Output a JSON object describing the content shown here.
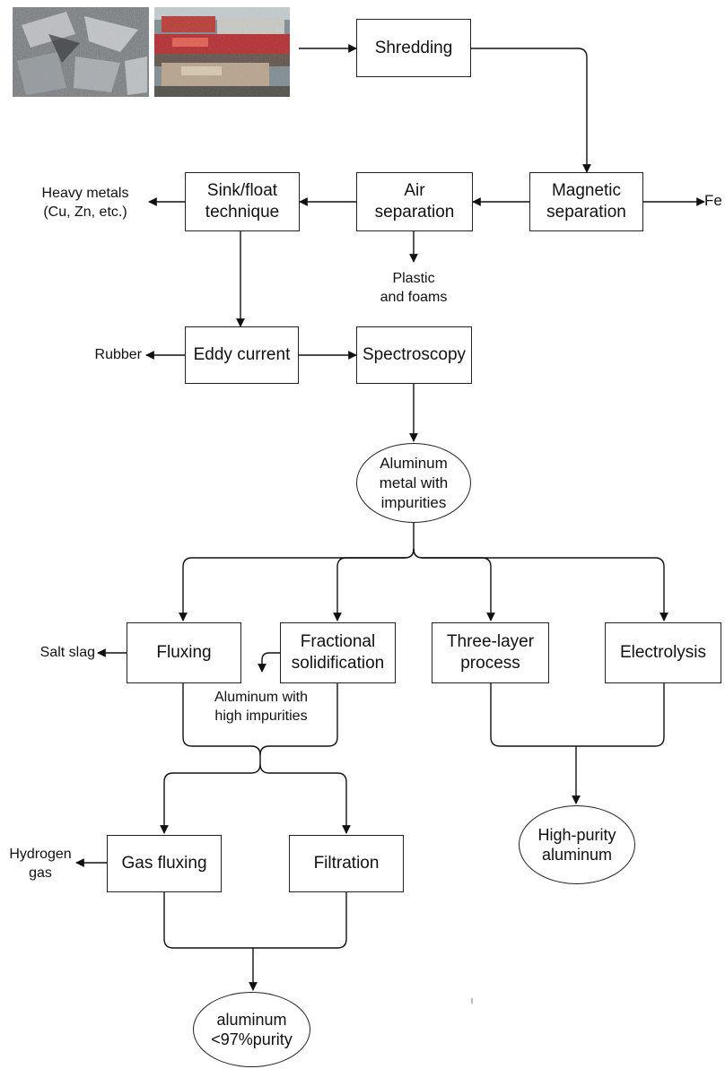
{
  "nodes": {
    "shredding": "Shredding",
    "magnetic": "Magnetic\nseparation",
    "air": "Air\nseparation",
    "sink": "Sink/float\ntechnique",
    "eddy": "Eddy current",
    "spectro": "Spectroscopy",
    "al_impure": "Aluminum\nmetal with\nimpurities",
    "fluxing": "Fluxing",
    "fractional": "Fractional\nsolidification",
    "three_layer": "Three-layer\nprocess",
    "electrolysis": "Electrolysis",
    "gas_fluxing": "Gas fluxing",
    "filtration": "Filtration",
    "high_purity": "High-purity\naluminum",
    "al_97": "aluminum\n<97%purity"
  },
  "outputs": {
    "fe": "Fe",
    "heavy_metals": "Heavy metals\n(Cu, Zn, etc.)",
    "plastic": "Plastic\nand foams",
    "rubber": "Rubber",
    "salt_slag": "Salt slag",
    "al_high_impurities": "Aluminum with\nhigh impurities",
    "hydrogen": "Hydrogen\ngas"
  },
  "photos": [
    "scrap-metal-photo",
    "crushed-cars-photo"
  ]
}
